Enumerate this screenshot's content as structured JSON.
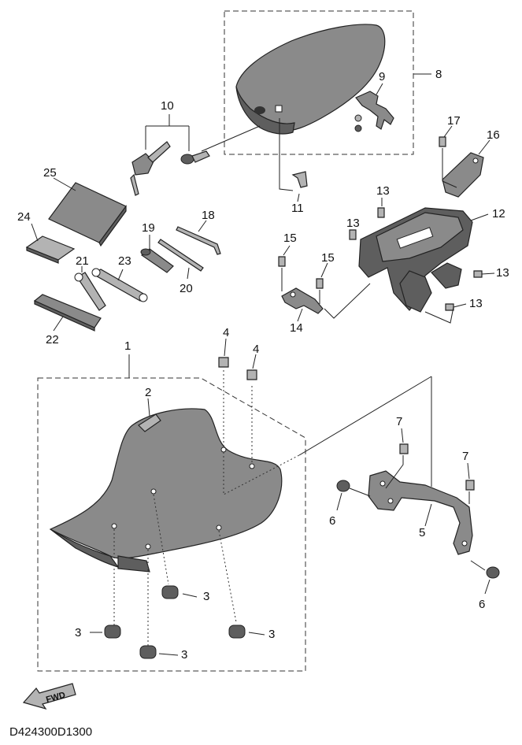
{
  "diagram_code": "D424300D1300",
  "fwd_label": "FWD",
  "colors": {
    "part_fill": "#8a8a8a",
    "part_dark": "#5e5e5e",
    "part_light": "#b3b3b3",
    "line": "#222222"
  },
  "callouts": {
    "c1": "1",
    "c2": "2",
    "c3a": "3",
    "c3b": "3",
    "c3c": "3",
    "c3d": "3",
    "c4a": "4",
    "c4b": "4",
    "c5": "5",
    "c6a": "6",
    "c6b": "6",
    "c7a": "7",
    "c7b": "7",
    "c8": "8",
    "c9": "9",
    "c10": "10",
    "c11": "11",
    "c12": "12",
    "c13a": "13",
    "c13b": "13",
    "c13c": "13",
    "c13d": "13",
    "c14": "14",
    "c15a": "15",
    "c15b": "15",
    "c16": "16",
    "c17": "17",
    "c18": "18",
    "c19": "19",
    "c20": "20",
    "c21": "21",
    "c22": "22",
    "c23": "23",
    "c24": "24",
    "c25": "25"
  }
}
